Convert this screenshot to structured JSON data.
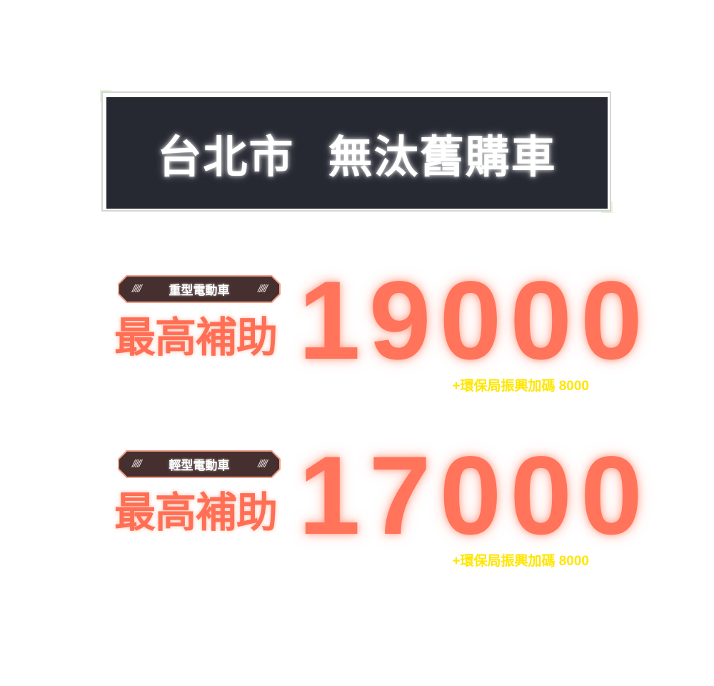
{
  "header": {
    "title": "台北市  無汰舊購車"
  },
  "offers": [
    {
      "category": "重型電動車",
      "label": "最高補助",
      "amount": "19000",
      "bonus": "+環保局振興加碼 8000"
    },
    {
      "category": "輕型電動車",
      "label": "最高補助",
      "amount": "17000",
      "bonus": "+環保局振興加碼 8000"
    }
  ],
  "decor": {
    "slash": "/////"
  },
  "colors": {
    "title_bg": "#262932",
    "accent": "#ff745a",
    "badge_bg": "#45302f",
    "bonus": "#ffe600"
  }
}
